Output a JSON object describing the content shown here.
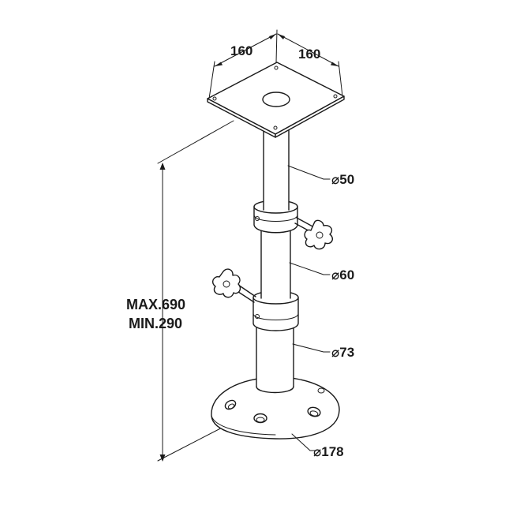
{
  "diagram": {
    "top_plate": {
      "width_label": "160",
      "depth_label": "160"
    },
    "callouts": {
      "upper_tube": "⌀50",
      "middle_tube": "⌀60",
      "lower_tube": "⌀73",
      "base": "⌀178"
    },
    "height": {
      "max_label": "MAX.690",
      "min_label": "MIN.290"
    }
  }
}
